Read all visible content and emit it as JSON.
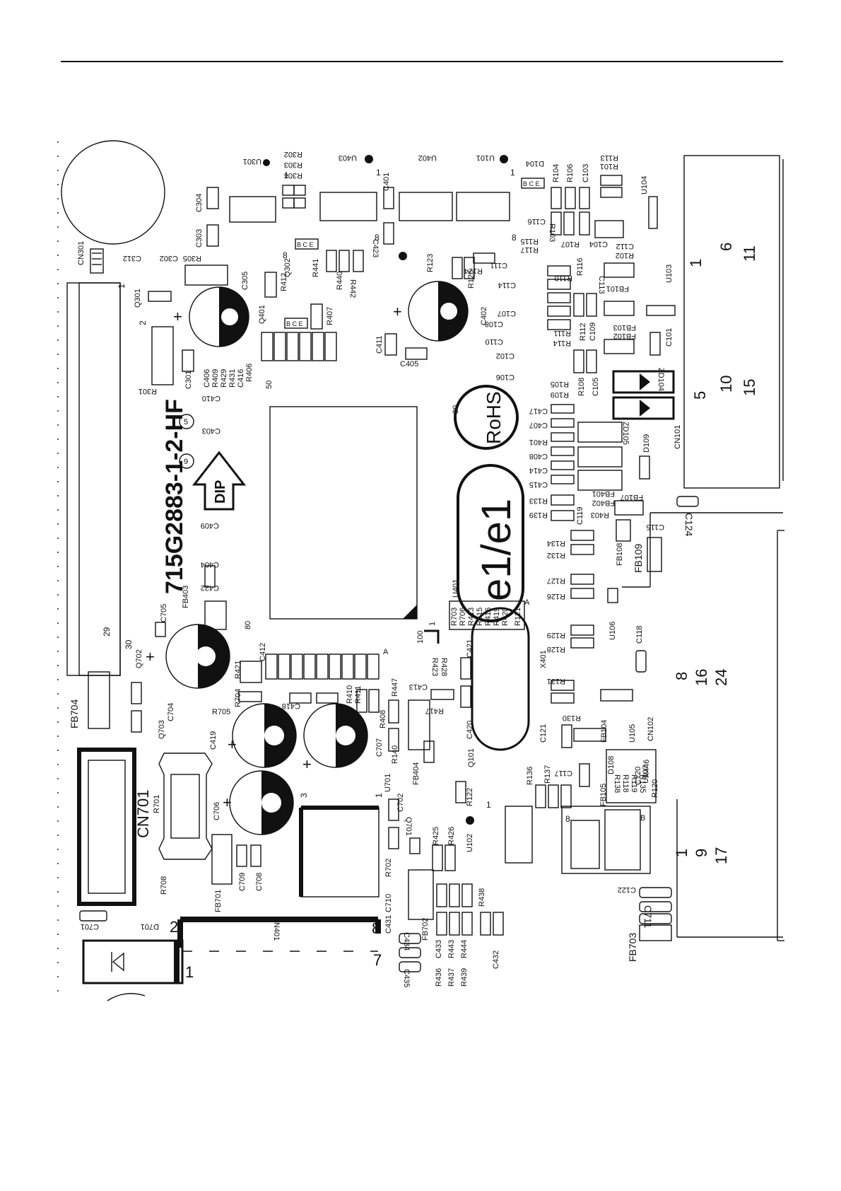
{
  "board": {
    "part_number": "715G2883-1-2-HF",
    "rev_a": "9",
    "rev_b": "5",
    "dip_label": "DIP",
    "logo_e1": "e1/e1",
    "logo_rohs": "RoHS"
  },
  "connectors": {
    "cn301": "CN301",
    "cn101": "CN101",
    "cn102": "CN102",
    "cn401": "CN401",
    "cn701": "CN701",
    "cn301_pins": [
      "1",
      "2",
      "29",
      "30"
    ],
    "cn101_pins": [
      "1",
      "6",
      "11",
      "5",
      "10",
      "15"
    ],
    "cn102_pins": [
      "8",
      "16",
      "24",
      "1",
      "9",
      "17"
    ],
    "cn401_pins": [
      "2",
      "8",
      "1",
      "7"
    ]
  },
  "chips": {
    "u301": "U301",
    "u403": "U403",
    "u402": "U402",
    "u101": "U101",
    "u104": "U104",
    "u103": "U103",
    "u401": "U401",
    "u106": "U106",
    "u105": "U105",
    "u107": "U107",
    "u102": "U102",
    "u701": "U701"
  },
  "transistors": {
    "q301": "Q301",
    "q302": "Q302",
    "q401": "Q401",
    "q101": "Q101",
    "q702": "Q702",
    "q703": "Q703",
    "q701": "Q701"
  },
  "diodes": {
    "d104": "D104",
    "d109": "D109",
    "d108": "D108",
    "d701": "D701",
    "zd104": "ZD104",
    "zd105": "ZD105"
  },
  "crystal": {
    "x401": "X401"
  },
  "pin_marks": {
    "p1a": "1",
    "p1b": "1",
    "p1c": "1",
    "p1d": "1",
    "p1e": "1",
    "p1f": "1",
    "p8a": "8",
    "p8b": "8",
    "p8c": "8",
    "p8d": "8",
    "p30": "30",
    "p50": "50",
    "p80": "80",
    "p100": "100",
    "p3": "3",
    "pa1": "A",
    "pa2": "A",
    "pb": "B"
  },
  "labels": {
    "top_col": [
      "R302",
      "R303",
      "R304"
    ],
    "c304": "C304",
    "c303": "C303",
    "c312": "C312",
    "c302": "C302",
    "r305": "R305",
    "c305": "C305",
    "r301": "R301",
    "c301": "C301",
    "c401": "C401",
    "c423": "C423",
    "r123": "R123",
    "r125": "R125",
    "r124": "R124",
    "r441": "R441",
    "r440": "R440",
    "r442": "R442",
    "r412": "R412",
    "r407": "R407",
    "col406": [
      "C406",
      "R409",
      "R429",
      "R431",
      "C416",
      "R406"
    ],
    "c411": "C411",
    "c405": "C405",
    "c402": "C402",
    "c111": "C111",
    "c114": "C114",
    "c107": "C107",
    "c108": "C108",
    "c110": "C110",
    "c102": "C102",
    "c106": "C106",
    "r104": "R104",
    "r106": "R106",
    "c103": "C103",
    "r113": "R113",
    "r101": "R101",
    "c116": "C116",
    "r103": "R103",
    "r115": "R115",
    "r117": "R117",
    "r107": "R107",
    "c104": "C104",
    "c112": "C112",
    "r102": "R102",
    "r110": "R110",
    "r116": "R116",
    "c113": "C113",
    "fb101": "FB101",
    "fb103": "FB103",
    "fb102": "FB102",
    "r111": "R111",
    "r114": "R114",
    "r112": "R112",
    "c109": "C109",
    "c101": "C101",
    "r105": "R105",
    "r109": "R109",
    "r108": "R108",
    "c105": "C105",
    "c417": "C417",
    "c407": "C407",
    "r401": "R401",
    "c408": "C408",
    "c414": "C414",
    "c415": "C415",
    "fb401": "FB401",
    "fb402": "FB402",
    "r133": "R133",
    "r139": "R139",
    "c119": "C119",
    "r403": "R403",
    "fb107": "FB107",
    "c115": "C115",
    "c124": "C124",
    "fb108": "FB108",
    "fb109": "FB109",
    "r134": "R134",
    "r132": "R132",
    "r127": "R127",
    "r126": "R126",
    "col703": [
      "R703",
      "R706",
      "R413",
      "R415",
      "R416",
      "R419",
      "R420"
    ],
    "r121": "R121",
    "r129": "R129",
    "r128": "R128",
    "c118": "C118",
    "r131": "R131",
    "r130": "R130",
    "c121": "C121",
    "fb104": "FB104",
    "r136": "R136",
    "r137": "R137",
    "c117": "C117",
    "fb105": "FB105",
    "col138": [
      "R138",
      "R118",
      "R119",
      "R135"
    ],
    "col446": [
      "R446",
      "C120",
      "R120"
    ],
    "c122": "C122",
    "c711": "C711",
    "fb703": "FB703",
    "c410": "C410",
    "c403": "C403",
    "c409": "C409",
    "c404": "C404",
    "c422": "C422",
    "fb403": "FB403",
    "c705": "C705",
    "c412": "C412",
    "r421": "R421",
    "r704": "R704",
    "r705": "R705",
    "c418": "C418",
    "r410": "R410",
    "r411": "R411",
    "c419": "C419",
    "c704": "C704",
    "fb704": "FB704",
    "r408": "R408",
    "r447": "R447",
    "c707": "C707",
    "r140": "R140",
    "fb404": "FB404",
    "c413": "C413",
    "r423": "R423",
    "r428": "R428",
    "c421": "C421",
    "r417": "R417",
    "c420": "C420",
    "r122": "R122",
    "c702": "C702",
    "c706": "C706",
    "r701": "R701",
    "r708": "R708",
    "fb701": "FB701",
    "c709": "C709",
    "c708": "C708",
    "r425": "R425",
    "r426": "R426",
    "r702": "R702",
    "c710": "C710",
    "c431": "C431",
    "fb702": "FB702",
    "c434": "C434",
    "c435": "C435",
    "r438": "R438",
    "c432": "C432",
    "row_a": [
      "R436",
      "C433"
    ],
    "row_b": [
      "R437",
      "R443"
    ],
    "row_c": [
      "R439",
      "R444"
    ],
    "c701": "C701",
    "bce": "B C E"
  }
}
